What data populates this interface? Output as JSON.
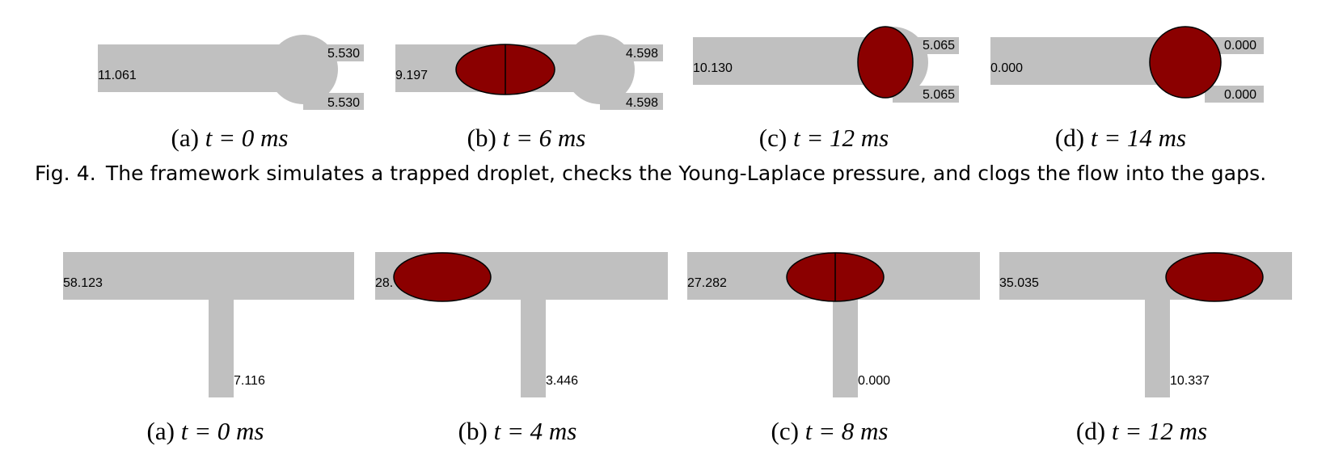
{
  "figure_4": {
    "panels": [
      {
        "caption_prefix": "(a)",
        "caption_time": "t = 0 ms",
        "labels": [
          "11.061",
          "5.530",
          "5.530"
        ]
      },
      {
        "caption_prefix": "(b)",
        "caption_time": "t = 6 ms",
        "labels": [
          "9.197",
          "4.598",
          "4.598"
        ]
      },
      {
        "caption_prefix": "(c)",
        "caption_time": "t = 12 ms",
        "labels": [
          "10.130",
          "5.065",
          "5.065"
        ]
      },
      {
        "caption_prefix": "(d)",
        "caption_time": "t = 14 ms",
        "labels": [
          "0.000",
          "0.000",
          "0.000"
        ]
      }
    ],
    "caption_number": "Fig. 4.",
    "caption_text": "The framework simulates a trapped droplet, checks the Young-Laplace pressure, and clogs the flow into the gaps."
  },
  "figure_5": {
    "panels": [
      {
        "caption_prefix": "(a)",
        "caption_time": "t = 0 ms",
        "labels": [
          "58.123",
          "7.116"
        ]
      },
      {
        "caption_prefix": "(b)",
        "caption_time": "t = 4 ms",
        "labels": [
          "28.",
          "3.446"
        ]
      },
      {
        "caption_prefix": "(c)",
        "caption_time": "t = 8 ms",
        "labels": [
          "27.282",
          "0.000"
        ]
      },
      {
        "caption_prefix": "(d)",
        "caption_time": "t = 12 ms",
        "labels": [
          "35.035",
          "10.337"
        ]
      }
    ]
  },
  "colors": {
    "channel": "#c0c0c0",
    "droplet": "#8b0000",
    "outline": "#000000"
  }
}
